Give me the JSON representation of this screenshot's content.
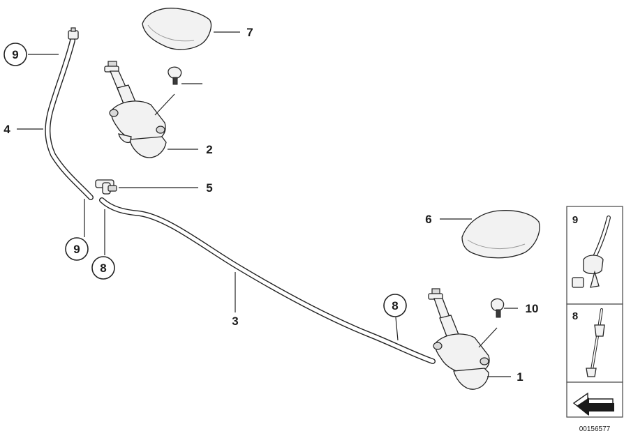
{
  "callouts": {
    "c1": "1",
    "c2": "2",
    "c3": "3",
    "c4": "4",
    "c5": "5",
    "c6": "6",
    "c7": "7",
    "c8a": "8",
    "c8b": "8",
    "c9a": "9",
    "c9b": "9",
    "c10": "10"
  },
  "legend": {
    "item_9": "9",
    "item_8": "8"
  },
  "diagram_code": "00156577"
}
